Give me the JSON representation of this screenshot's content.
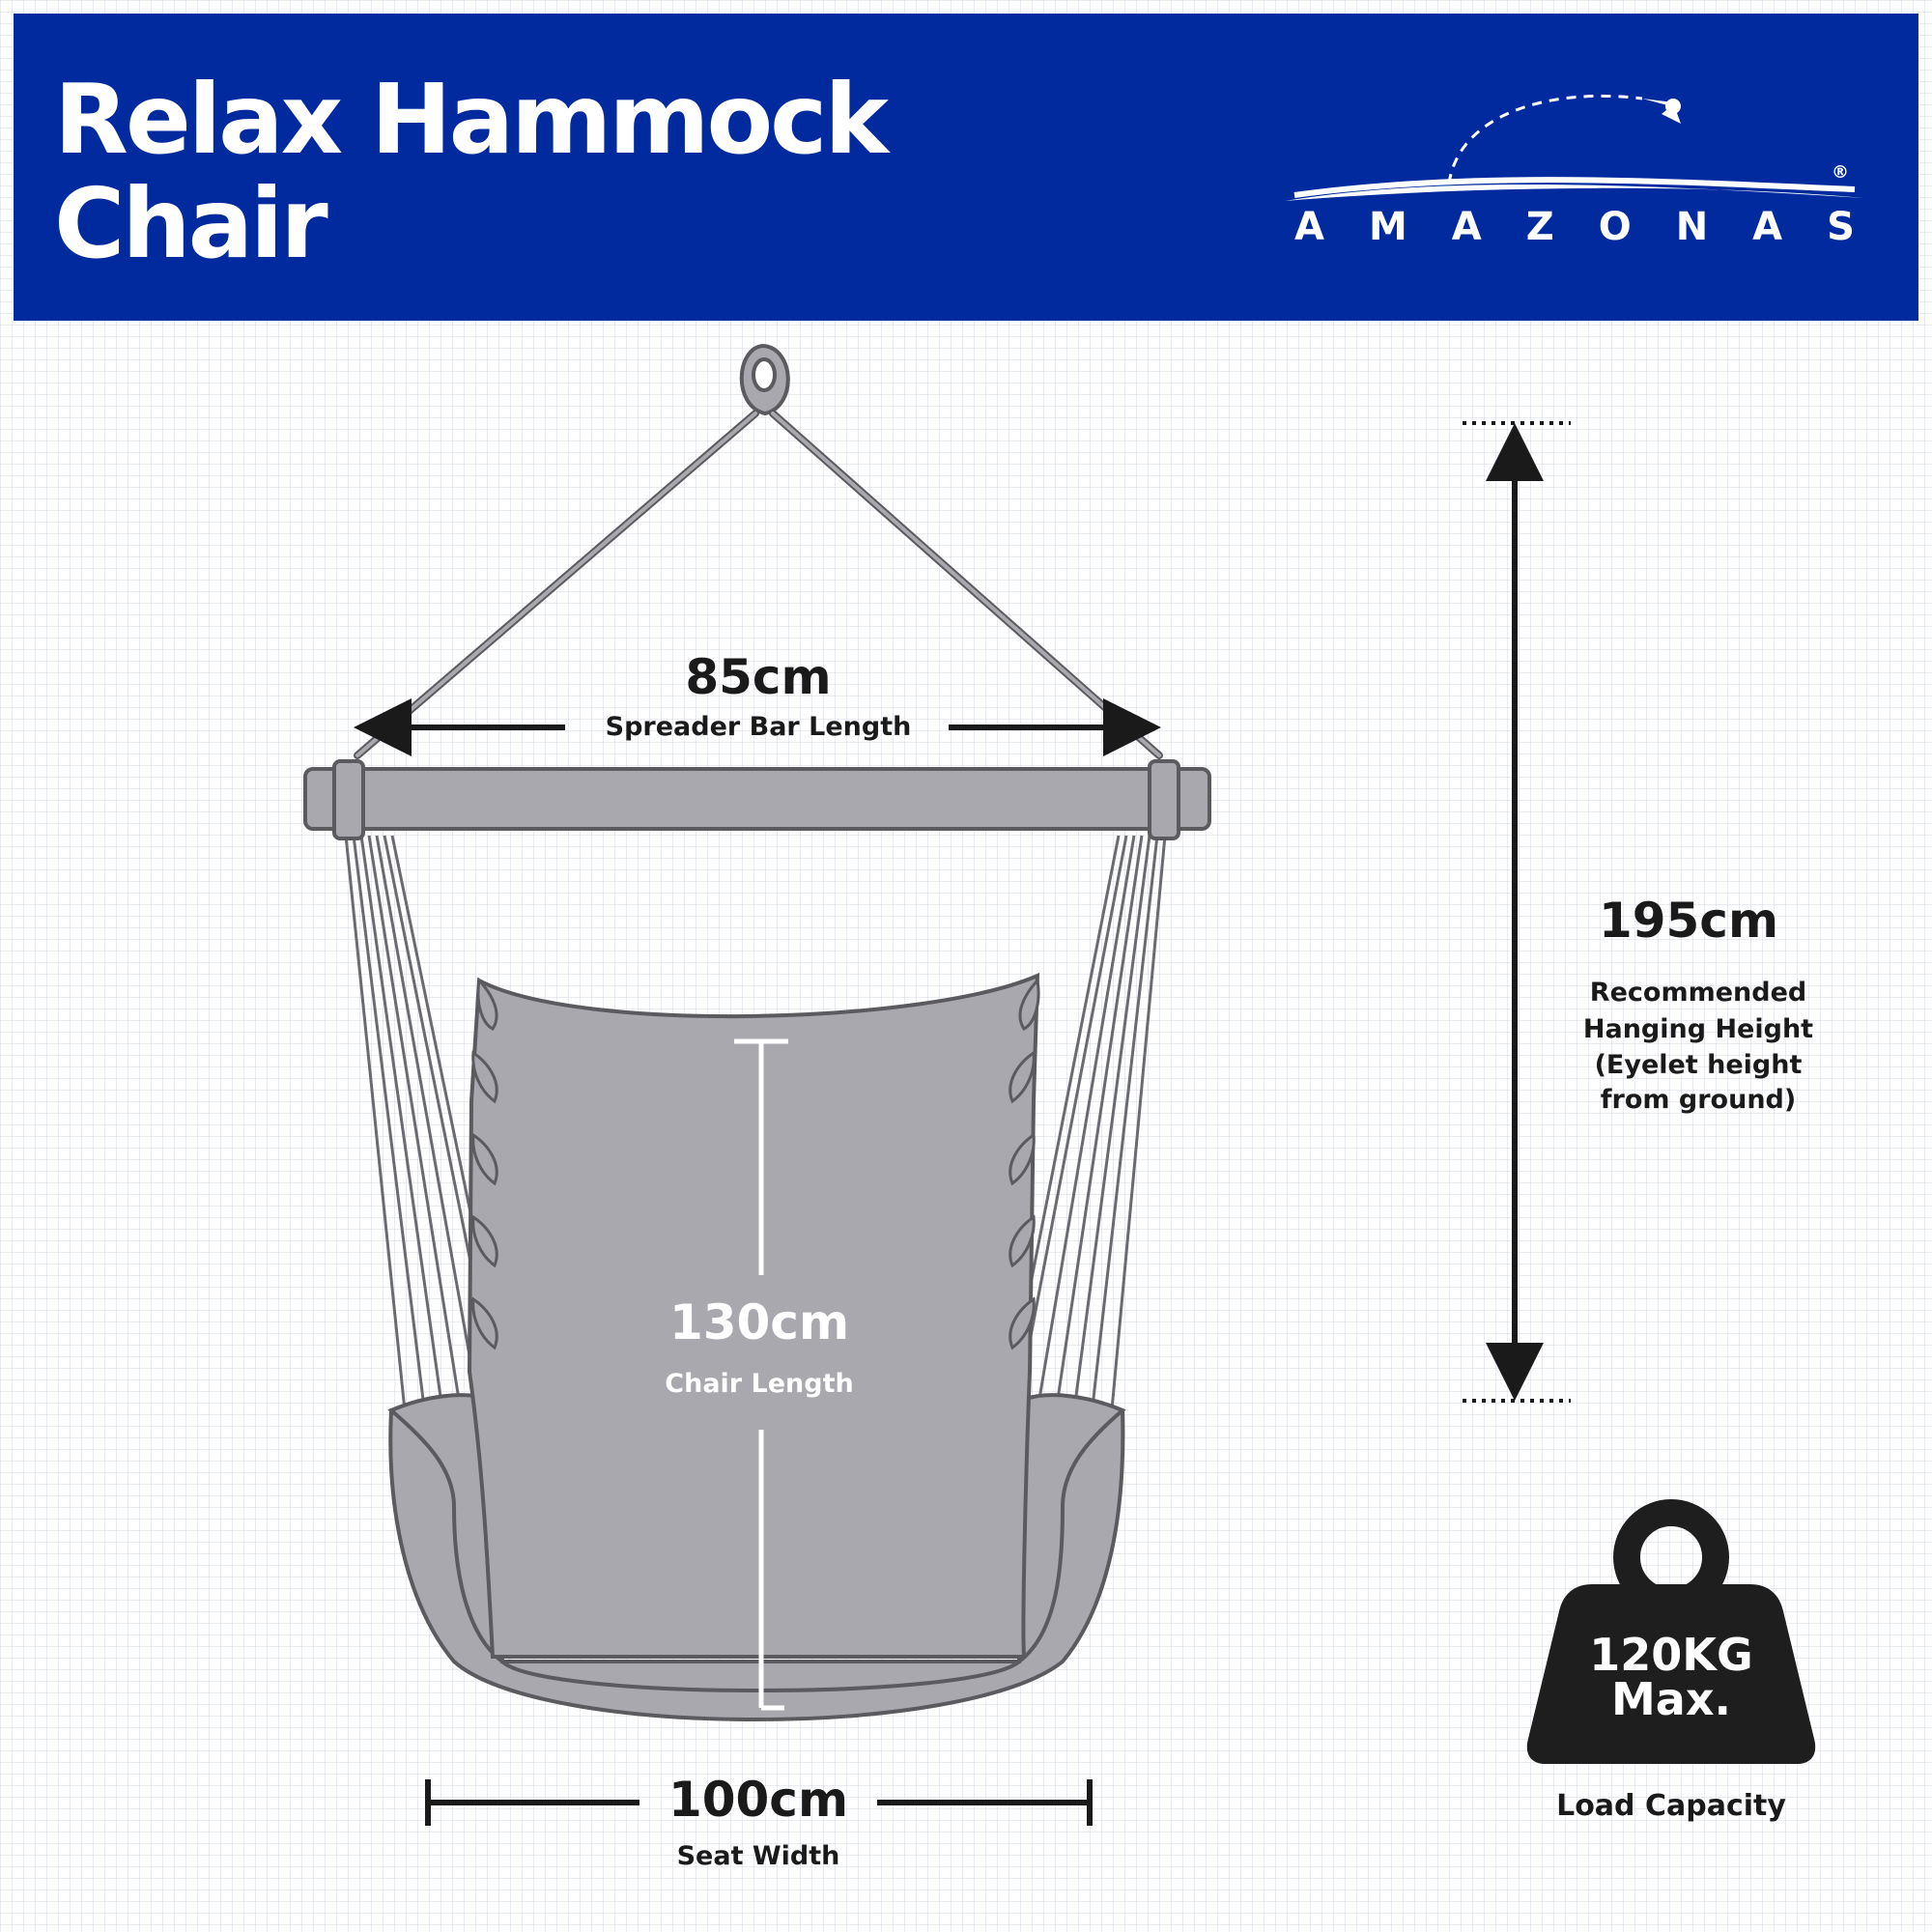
{
  "header": {
    "title_line1": "Relax Hammock",
    "title_line2": "Chair",
    "brand_letters": [
      "A",
      "M",
      "A",
      "Z",
      "O",
      "N",
      "A",
      "S"
    ],
    "brand_registered": "®"
  },
  "dimensions": {
    "spreader": {
      "value": "85cm",
      "label": "Spreader Bar Length"
    },
    "chair_length": {
      "value": "130cm",
      "label": "Chair Length"
    },
    "seat_width": {
      "value": "100cm",
      "label": "Seat Width"
    },
    "hanging_height": {
      "value": "195cm",
      "label_lines": [
        "Recommended",
        "Hanging Height",
        "(Eyelet height",
        "from ground)"
      ]
    }
  },
  "load": {
    "line1": "120KG",
    "line2": "Max.",
    "label": "Load Capacity"
  },
  "colors": {
    "header_bg": "#002a9e",
    "chair_fill": "#a8a8ae",
    "chair_stroke": "#5a5a5f",
    "weight_fill": "#1e1e1e"
  }
}
